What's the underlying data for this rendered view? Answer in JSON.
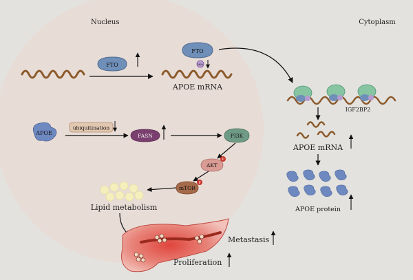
{
  "regions": {
    "nucleus": "Nucleus",
    "cytoplasm": "Cytoplasm"
  },
  "proteins": {
    "fto_left": "FTO",
    "fto_right": "FTO",
    "apoe": "APOE",
    "ubiquitination": "ubiquitination",
    "fasn": "FASN",
    "pi3k": "PI3K",
    "akt": "AKT",
    "mtor": "mTOR"
  },
  "modifications": {
    "m6a": "M6A",
    "phospho": "P"
  },
  "labels": {
    "apoe_mrna_nucleus": "APOE mRNA",
    "igf2bp2": "IGF2BP2",
    "apoe_mrna_cytoplasm": "APOE mRNA",
    "apoe_protein": "APOE protein",
    "lipid_metabolism": "Lipid metabolism",
    "metastasis": "Metastasis",
    "proliferation": "Proliferation"
  },
  "colors": {
    "background": "#e3e2df",
    "nucleus": "#e8dcd6",
    "fto": "#6f8fb8",
    "apoe": "#6e88c0",
    "fasn": "#7a3f6e",
    "pi3k": "#6f9a86",
    "akt": "#d99b93",
    "mtor": "#a46a4a",
    "mrna": "#8b5a2b",
    "igf2bp2": "#86c4a2",
    "m6a": "#b79ad0",
    "phospho": "#c8352a",
    "lipid": "#f5efbd",
    "tissue": "#d2342c"
  }
}
